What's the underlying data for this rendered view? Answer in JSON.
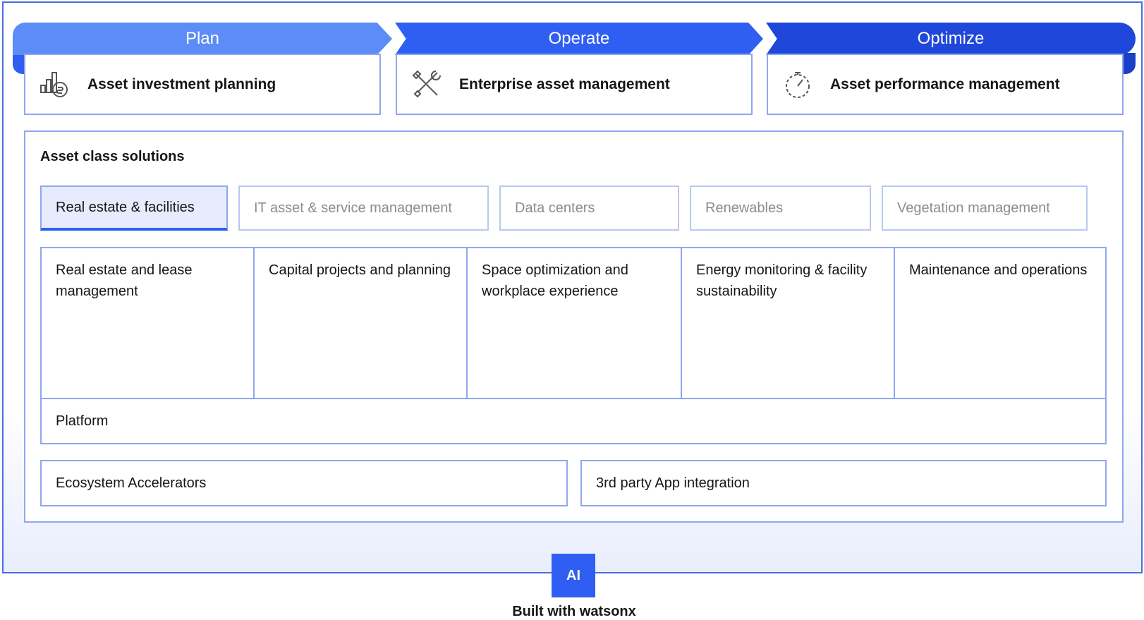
{
  "phases": [
    {
      "header": "Plan",
      "title": "Asset investment planning",
      "icon": "investment-chart-icon"
    },
    {
      "header": "Operate",
      "title": "Enterprise asset management",
      "icon": "tools-icon"
    },
    {
      "header": "Optimize",
      "title": "Asset performance management",
      "icon": "gauge-icon"
    }
  ],
  "panel": {
    "title": "Asset class solutions",
    "tabs": [
      {
        "label": "Real estate & facilities",
        "active": true
      },
      {
        "label": "IT asset & service management",
        "active": false
      },
      {
        "label": "Data centers",
        "active": false
      },
      {
        "label": "Renewables",
        "active": false
      },
      {
        "label": "Vegetation management",
        "active": false
      }
    ],
    "solutions": [
      "Real estate and lease management",
      "Capital projects and planning",
      "Space optimization and workplace experience",
      "Energy monitoring & facility sustainability",
      "Maintenance and operations"
    ],
    "platform": "Platform",
    "bottom": [
      "Ecosystem Accelerators",
      "3rd party App integration"
    ]
  },
  "footer": {
    "badge": "AI",
    "caption": "Built with watsonx"
  },
  "colors": {
    "plan": "#5b8cf7",
    "operate": "#2f5ef2",
    "optimize": "#1f47d9",
    "border": "#8ea8ee"
  }
}
